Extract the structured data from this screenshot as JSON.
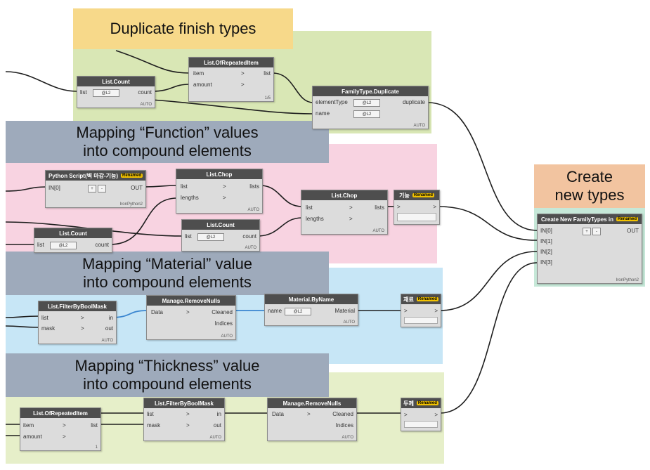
{
  "groups": {
    "duplicate_title": "Duplicate finish types",
    "function_title_1": "Mapping “Function” values",
    "function_title_2": "into compound elements",
    "material_title_1": "Mapping “Material” value",
    "material_title_2": "into compound elements",
    "thickness_title_1": "Mapping “Thickness” value",
    "thickness_title_2": "into compound elements",
    "create_title_1": "Create",
    "create_title_2": "new types"
  },
  "colors": {
    "duplicate_bg": "#d9e7b5",
    "duplicate_title_bg": "#f7d98a",
    "mapping_title_bg": "#9eaabb",
    "function_bg": "#f8d3e1",
    "material_bg": "#c7e6f6",
    "thickness_bg": "#e6efc9",
    "create_bg": "#c6e8d8",
    "create_title_bg": "#f2c4a0",
    "node_header": "#4e4e4e",
    "wire": "#1e1e1e",
    "wire_highlight": "#3a86d0",
    "badge": "#f2c200"
  },
  "nodes": {
    "list_count_1": {
      "title": "List.Count",
      "in": "list",
      "level": "@L2",
      "out": "count",
      "footer": "AUTO"
    },
    "list_ofrepeated_1": {
      "title": "List.OfRepeatedItem",
      "in1": "item",
      "in2": "amount",
      "out": "list",
      "footer": "1/5"
    },
    "familytype_duplicate": {
      "title": "FamilyType.Duplicate",
      "in1": "elementType",
      "in2": "name",
      "level1": "@L2",
      "level2": "@L2",
      "out": "duplicate",
      "footer": "AUTO"
    },
    "python_script": {
      "title": "Python Script(벽 마감-기능)",
      "badge": "Renamed",
      "in": "IN[0]",
      "plus": "+",
      "minus": "-",
      "out": "OUT",
      "footer": "IronPython2"
    },
    "list_chop_1": {
      "title": "List.Chop",
      "in1": "list",
      "in2": "lengths",
      "out": "lists",
      "footer": "AUTO"
    },
    "list_chop_2": {
      "title": "List.Chop",
      "in1": "list",
      "in2": "lengths",
      "out": "lists",
      "footer": "AUTO"
    },
    "list_count_2": {
      "title": "List.Count",
      "in": "list",
      "level": "@L2",
      "out": "count"
    },
    "list_count_3": {
      "title": "List.Count",
      "in": "list",
      "level": "@L2",
      "out": "count",
      "footer": "AUTO"
    },
    "watch_function": {
      "title": "기능",
      "badge": "Renamed",
      "in": ">",
      "out": ">"
    },
    "create_new_types": {
      "title": "Create New FamilyTypes in",
      "badge": "Renamed",
      "in0": "IN[0]",
      "in1": "IN[1]",
      "in2": "IN[2]",
      "in3": "IN[3]",
      "plus": "+",
      "minus": "-",
      "out": "OUT",
      "footer": "IronPython2"
    },
    "filter_1": {
      "title": "List.FilterByBoolMask",
      "in1": "list",
      "in2": "mask",
      "out1": "in",
      "out2": "out",
      "footer": "AUTO"
    },
    "remove_nulls_1": {
      "title": "Manage.RemoveNulls",
      "in": "Data",
      "out1": "Cleaned",
      "out2": "Indices",
      "footer": "AUTO"
    },
    "material_byname": {
      "title": "Material.ByName",
      "in": "name",
      "level": "@L2",
      "out": "Material",
      "footer": "AUTO"
    },
    "watch_material": {
      "title": "재료",
      "badge": "Renamed",
      "in": ">",
      "out": ">"
    },
    "list_ofrepeated_2": {
      "title": "List.OfRepeatedItem",
      "in1": "item",
      "in2": "amount",
      "out": "list",
      "footer": "1"
    },
    "filter_2": {
      "title": "List.FilterByBoolMask",
      "in1": "list",
      "in2": "mask",
      "out1": "in",
      "out2": "out",
      "footer": "AUTO"
    },
    "remove_nulls_2": {
      "title": "Manage.RemoveNulls",
      "in": "Data",
      "out1": "Cleaned",
      "out2": "Indices",
      "footer": "AUTO"
    },
    "watch_thickness": {
      "title": "두께",
      "badge": "Renamed",
      "in": ">",
      "out": ">"
    }
  }
}
